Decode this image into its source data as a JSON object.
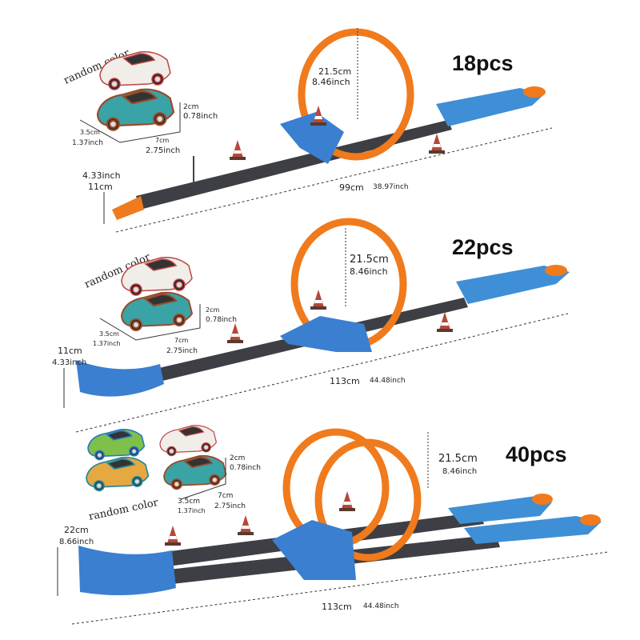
{
  "panels": [
    {
      "count_label": "18pcs",
      "random_label": "random color",
      "car_height": {
        "cm": "2cm",
        "inch": "0.78inch"
      },
      "car_width": {
        "cm": "3.5cm",
        "inch": "1.37inch"
      },
      "car_length": {
        "cm": "7cm",
        "inch": "2.75inch"
      },
      "loop_height": {
        "cm": "21.5cm",
        "inch": "8.46inch"
      },
      "track_length": {
        "cm": "99cm",
        "inch": "38.97inch"
      },
      "start_width": {
        "cm": "11cm",
        "inch": "4.33inch"
      }
    },
    {
      "count_label": "22pcs",
      "random_label": "random color",
      "car_height": {
        "cm": "2cm",
        "inch": "0.78inch"
      },
      "car_width": {
        "cm": "3.5cm",
        "inch": "1.37inch"
      },
      "car_length": {
        "cm": "7cm",
        "inch": "2.75inch"
      },
      "loop_height": {
        "cm": "21.5cm",
        "inch": "8.46inch"
      },
      "track_length": {
        "cm": "113cm",
        "inch": "44.48inch"
      },
      "start_width": {
        "cm": "11cm",
        "inch": "4.33inch"
      }
    },
    {
      "count_label": "40pcs",
      "random_label": "random color",
      "car_height": {
        "cm": "2cm",
        "inch": "0.78inch"
      },
      "car_width": {
        "cm": "3.5cm",
        "inch": "1.37inch"
      },
      "car_length": {
        "cm": "7cm",
        "inch": "2.75inch"
      },
      "loop_height": {
        "cm": "21.5cm",
        "inch": "8.46inch"
      },
      "track_length": {
        "cm": "113cm",
        "inch": "44.48inch"
      },
      "start_width": {
        "cm": "22cm",
        "inch": "8.66inch"
      }
    }
  ],
  "colors": {
    "track": "#3d3f44",
    "loop": "#f07a1c",
    "launcher": "#3f8fd6",
    "ramp": "#3a7fd0"
  }
}
